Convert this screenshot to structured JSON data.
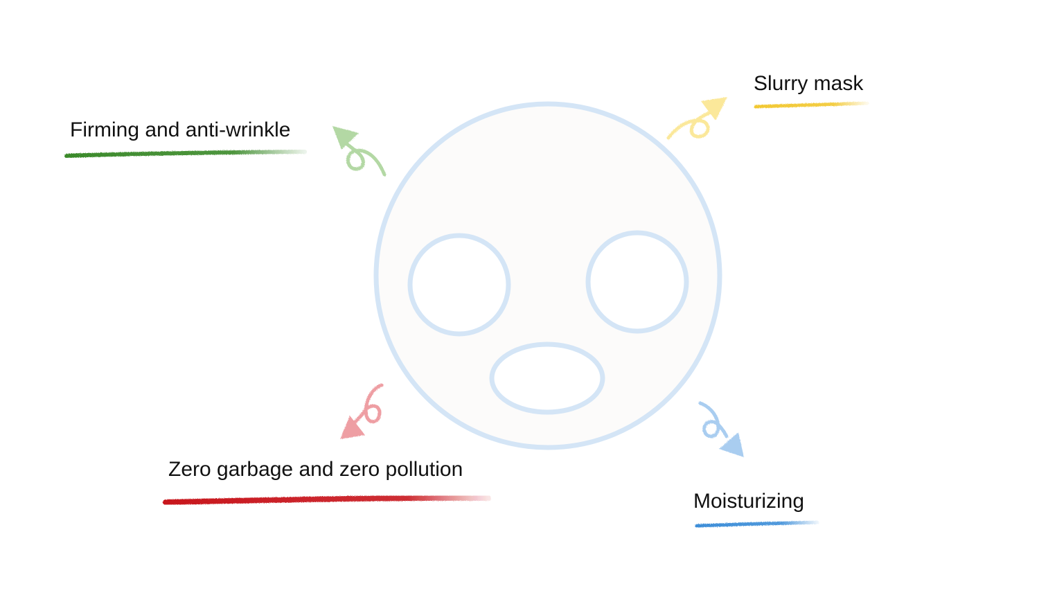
{
  "labels": {
    "firming": "Firming and anti-wrinkle",
    "slurry": "Slurry mask",
    "zero": "Zero garbage and zero pollution",
    "moisturizing": "Moisturizing"
  },
  "colors": {
    "firming": "#3b8a2a",
    "firming_arrow": "#b3d8a4",
    "slurry": "#f2c832",
    "slurry_arrow": "#fbe89a",
    "zero": "#c8161d",
    "zero_arrow": "#ee9ea3",
    "moisturizing": "#3d8ed8",
    "moisturizing_arrow": "#a9cdf0",
    "mask_outline": "#d4e5f6",
    "mask_fill": "#fcfbfa"
  },
  "icons": {
    "mask": "face-mask-icon",
    "arrows": "curly-arrow-icon"
  }
}
